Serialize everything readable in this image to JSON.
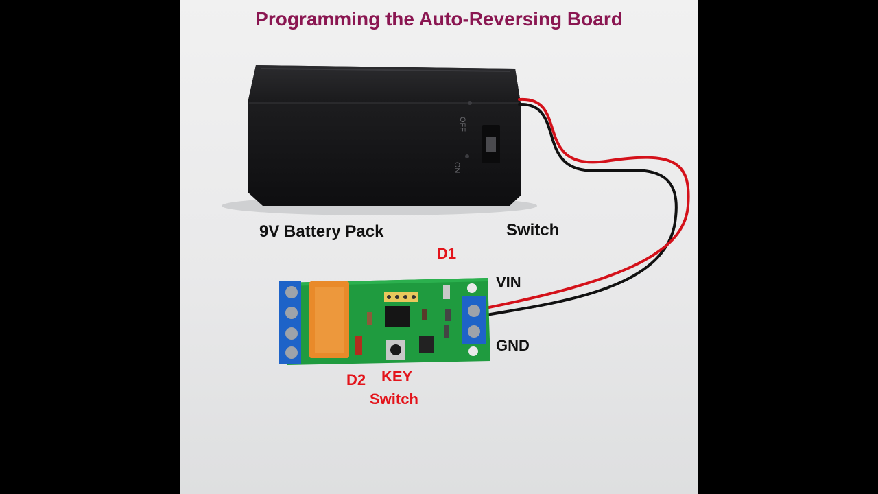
{
  "title": "Programming the Auto-Reversing Board",
  "labels": {
    "battery_pack": "9V Battery Pack",
    "switch": "Switch",
    "d1": "D1",
    "vin": "VIN",
    "gnd": "GND",
    "d2": "D2",
    "key_switch_line1": "KEY",
    "key_switch_line2": "Switch"
  },
  "battery_markings": {
    "off": "OFF",
    "on": "ON"
  },
  "colors": {
    "title": "#8a1651",
    "callout_red": "#e3141b",
    "callout_black": "#111111",
    "pcb_green": "#1f9b3f",
    "terminal_blue": "#1e63c8",
    "relay_orange": "#e98a2a"
  }
}
